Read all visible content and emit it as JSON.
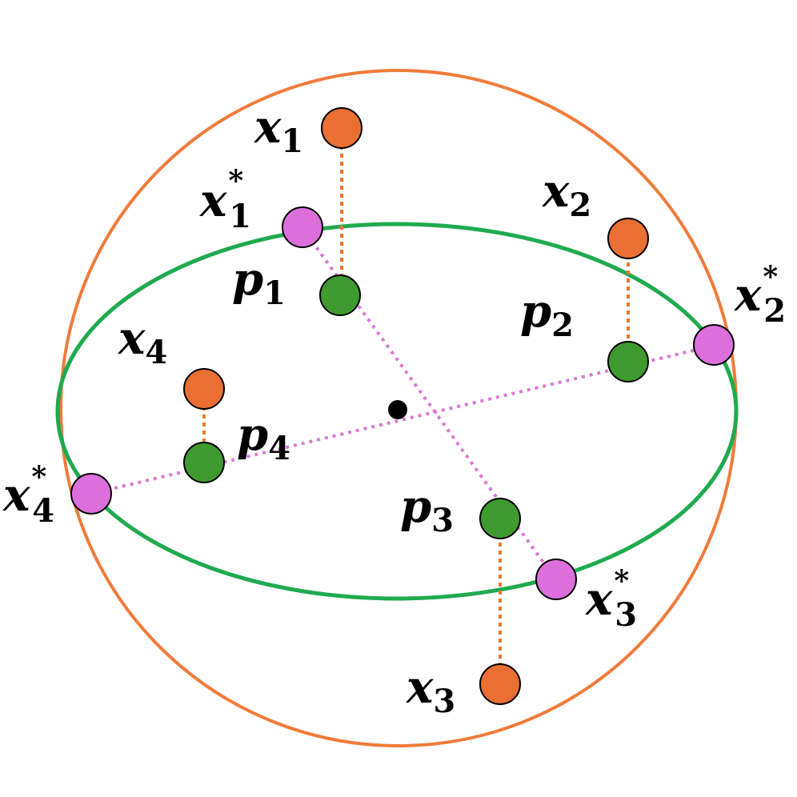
{
  "colors": {
    "sphere": "#F07B3A",
    "equator": "#1FAA4F",
    "original_point": "#E96F33",
    "projected_point": "#3E9A2E",
    "normalized_point": "#DC6FDB",
    "orange_dotted": "#E8772F",
    "magenta_dotted": "#D97AD6",
    "center": "#000000",
    "outline": "#000000"
  },
  "labels": {
    "x1": {
      "sym": "x",
      "sub": "1",
      "sup": ""
    },
    "x1s": {
      "sym": "x",
      "sub": "1",
      "sup": "*"
    },
    "p1": {
      "sym": "p",
      "sub": "1",
      "sup": ""
    },
    "x2": {
      "sym": "x",
      "sub": "2",
      "sup": ""
    },
    "x2s": {
      "sym": "x",
      "sub": "2",
      "sup": "*"
    },
    "p2": {
      "sym": "p",
      "sub": "2",
      "sup": ""
    },
    "x3": {
      "sym": "x",
      "sub": "3",
      "sup": ""
    },
    "x3s": {
      "sym": "x",
      "sub": "3",
      "sup": "*"
    },
    "p3": {
      "sym": "p",
      "sub": "3",
      "sup": ""
    },
    "x4": {
      "sym": "x",
      "sub": "4",
      "sup": ""
    },
    "x4s": {
      "sym": "x",
      "sub": "4",
      "sup": "*"
    },
    "p4": {
      "sym": "p",
      "sub": "4",
      "sup": ""
    }
  }
}
